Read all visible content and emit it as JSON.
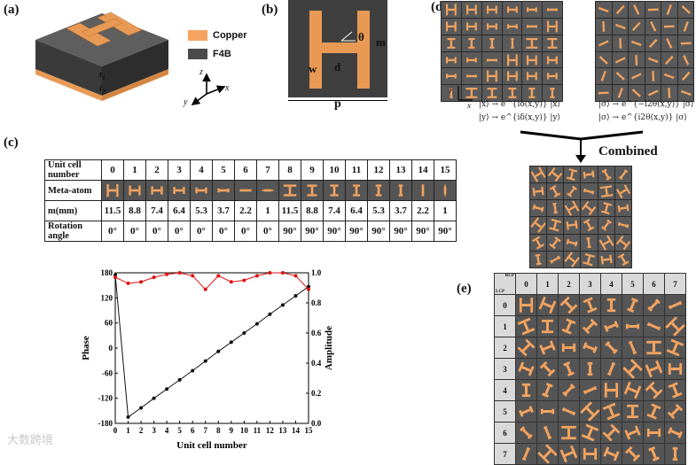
{
  "panels": {
    "a": "(a)",
    "b": "(b)",
    "c": "(c)",
    "d": "(d)",
    "e": "(e)"
  },
  "panel_a": {
    "legend": [
      {
        "label": "Copper",
        "color": "#f4a460"
      },
      {
        "label": "F4B",
        "color": "#4a4a4a"
      }
    ],
    "t1": "t",
    "t1_sub": "1",
    "t2": "t",
    "t2_sub": "2",
    "axes": {
      "z": "z",
      "y": "y",
      "x": "x"
    }
  },
  "panel_b": {
    "theta": "θ",
    "m": "m",
    "w": "w",
    "d": "d",
    "p": "p"
  },
  "table": {
    "row_labels": [
      "Unit cell number",
      "Meta-atom",
      "m(mm)",
      "Rotation angle"
    ],
    "unit_cells": [
      "0",
      "1",
      "2",
      "3",
      "4",
      "5",
      "6",
      "7",
      "8",
      "9",
      "10",
      "11",
      "12",
      "13",
      "14",
      "15"
    ],
    "m_values": [
      "11.5",
      "8.8",
      "7.4",
      "6.4",
      "5.3",
      "3.7",
      "2.2",
      "1",
      "11.5",
      "8.8",
      "7.4",
      "6.4",
      "5.3",
      "3.7",
      "2.2",
      "1"
    ],
    "rotation": [
      "0°",
      "0°",
      "0°",
      "0°",
      "0°",
      "0°",
      "0°",
      "0°",
      "90°",
      "90°",
      "90°",
      "90°",
      "90°",
      "90°",
      "90°",
      "90°"
    ]
  },
  "panel_d": {
    "eq_left_1": "|x⟩ → e^{iδ(x,y)} |x⟩",
    "eq_left_2": "|y⟩ → e^{iδ(x,y)} |y⟩",
    "eq_right_1": "|σ⟩ → e^{−i2θ(x,y)} |σ⟩",
    "eq_right_2": "|σ⟩ → e^{i2θ(x,y)} |σ⟩",
    "combined": "Combined",
    "axis_y": "y",
    "axis_x": "x"
  },
  "panel_e": {
    "corner_top": "RCP",
    "corner_bottom": "LCP",
    "cols": [
      "0",
      "1",
      "2",
      "3",
      "4",
      "5",
      "6",
      "7"
    ],
    "rows": [
      "0",
      "1",
      "2",
      "3",
      "4",
      "5",
      "6",
      "7"
    ]
  },
  "chart_data": {
    "type": "line",
    "xlabel": "Unit cell number",
    "ylabel": "Phase",
    "y2label": "Amplitude",
    "x": [
      0,
      1,
      2,
      3,
      4,
      5,
      6,
      7,
      8,
      9,
      10,
      11,
      12,
      13,
      14,
      15
    ],
    "xticks": [
      "0",
      "1",
      "2",
      "3",
      "4",
      "5",
      "6",
      "7",
      "8",
      "9",
      "10",
      "11",
      "12",
      "13",
      "14",
      "15"
    ],
    "ylim": [
      -180,
      180
    ],
    "yticks": [
      "180",
      "120",
      "60",
      "0",
      "-60",
      "-120",
      "-180"
    ],
    "y2lim": [
      0,
      1.0
    ],
    "y2ticks": [
      "1.0",
      "0.8",
      "0.6",
      "0.4",
      "0.2",
      "0.0"
    ],
    "series": [
      {
        "axis": "left",
        "color": "#111111",
        "values": [
          175,
          -165,
          -143,
          -120,
          -98,
          -76,
          -54,
          -31,
          -8,
          14,
          36,
          58,
          81,
          103,
          125,
          147
        ]
      },
      {
        "axis": "right",
        "color": "#e01010",
        "values": [
          0.97,
          0.93,
          0.94,
          0.97,
          0.99,
          1.0,
          0.98,
          0.89,
          0.98,
          0.94,
          0.95,
          0.98,
          1.0,
          1.0,
          0.98,
          0.89
        ]
      }
    ]
  },
  "watermark": "大数跨境"
}
